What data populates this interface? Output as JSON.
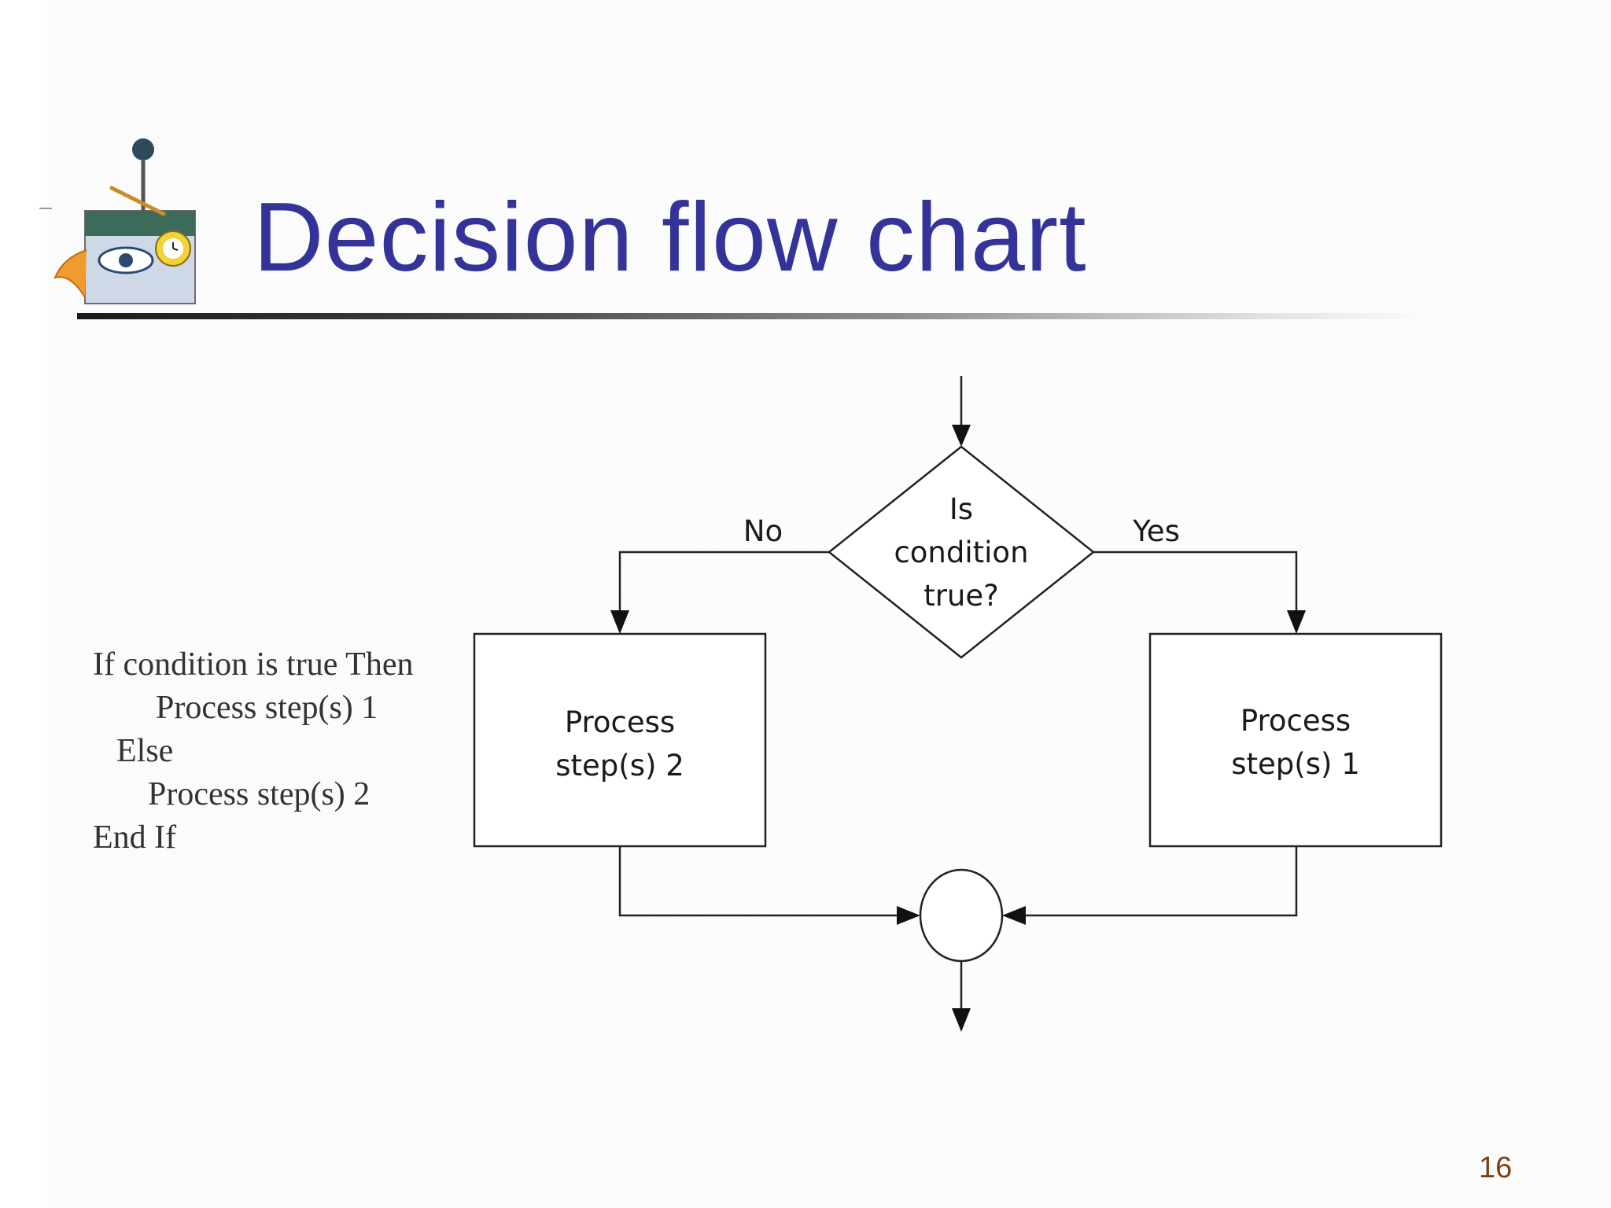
{
  "slide": {
    "title": "Decision flow chart",
    "page_number": "16",
    "accent_color": "#33339a"
  },
  "pseudocode": [
    "If condition is true Then",
    "Process step(s) 1",
    "Else",
    "Process step(s) 2",
    "End If"
  ],
  "flowchart": {
    "decision": [
      "Is",
      "condition",
      "true?"
    ],
    "no_label": "No",
    "yes_label": "Yes",
    "left_box": [
      "Process",
      "step(s) 2"
    ],
    "right_box": [
      "Process",
      "step(s) 1"
    ]
  },
  "logo": {
    "icon": "clipart-logo-icon"
  }
}
